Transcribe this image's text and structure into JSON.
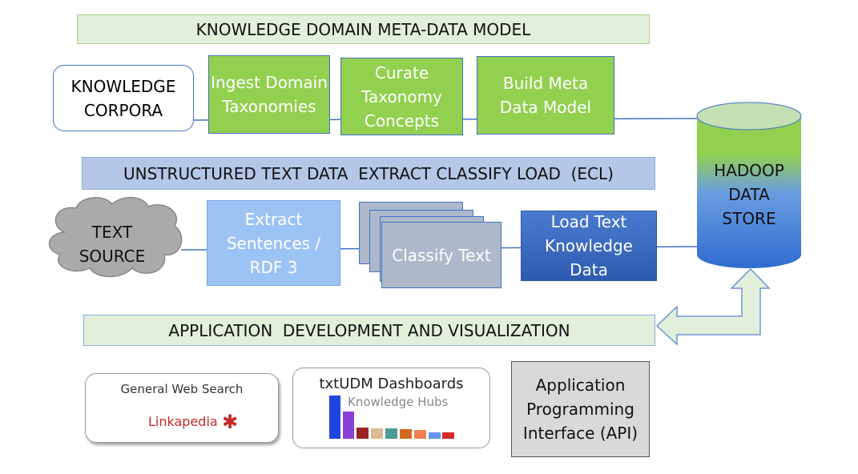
{
  "header": {
    "title": "KNOWLEDGE DOMAIN META-DATA MODEL"
  },
  "meta_row": {
    "corpora": "KNOWLEDGE CORPORA",
    "steps": [
      "Ingest Domain Taxonomies",
      "Curate Taxonomy Concepts",
      "Build Meta Data Model"
    ]
  },
  "ecl": {
    "title": "UNSTRUCTURED TEXT DATA  EXTRACT CLASSIFY LOAD  (ECL)",
    "source": "TEXT SOURCE",
    "extract": "Extract Sentences / RDF 3",
    "classify": "Classify Text",
    "load": "Load Text Knowledge Data"
  },
  "store": {
    "label": "HADOOP DATA STORE"
  },
  "apps": {
    "title": "APPLICATION  DEVELOPMENT AND VISUALIZATION",
    "web_search": "General Web Search",
    "linkapedia": "Linkapedia",
    "dashboards": "txtUDM Dashboards",
    "hubs": "Knowledge Hubs",
    "api": "Application Programming Interface (API)"
  },
  "colors": {
    "green": "#92d050",
    "light_green": "#e2efda",
    "blue": "#4472c4",
    "light_blue": "#b4c7e7",
    "gray": "#adb9ca"
  }
}
